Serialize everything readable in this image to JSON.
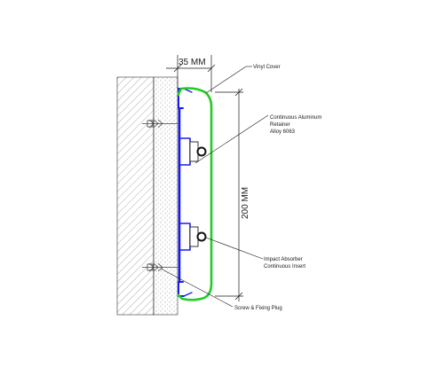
{
  "dimensions": {
    "width": "35 MM",
    "height": "200 MM"
  },
  "labels": {
    "vinyl_cover": "Vinyl Cover",
    "retainer_line1": "Continuous Aluminum",
    "retainer_line2": "Retainer",
    "retainer_line3": "Alloy 6063",
    "absorber_line1": "Impact Absorber",
    "absorber_line2": "Continuous Insert",
    "screw": "Screw & Fixing Plug"
  },
  "colors": {
    "vinyl_cover": "#22cc22",
    "aluminum_retainer": "#1a1aee",
    "wall_hatch": "#555555",
    "line": "#1a1a1a"
  }
}
